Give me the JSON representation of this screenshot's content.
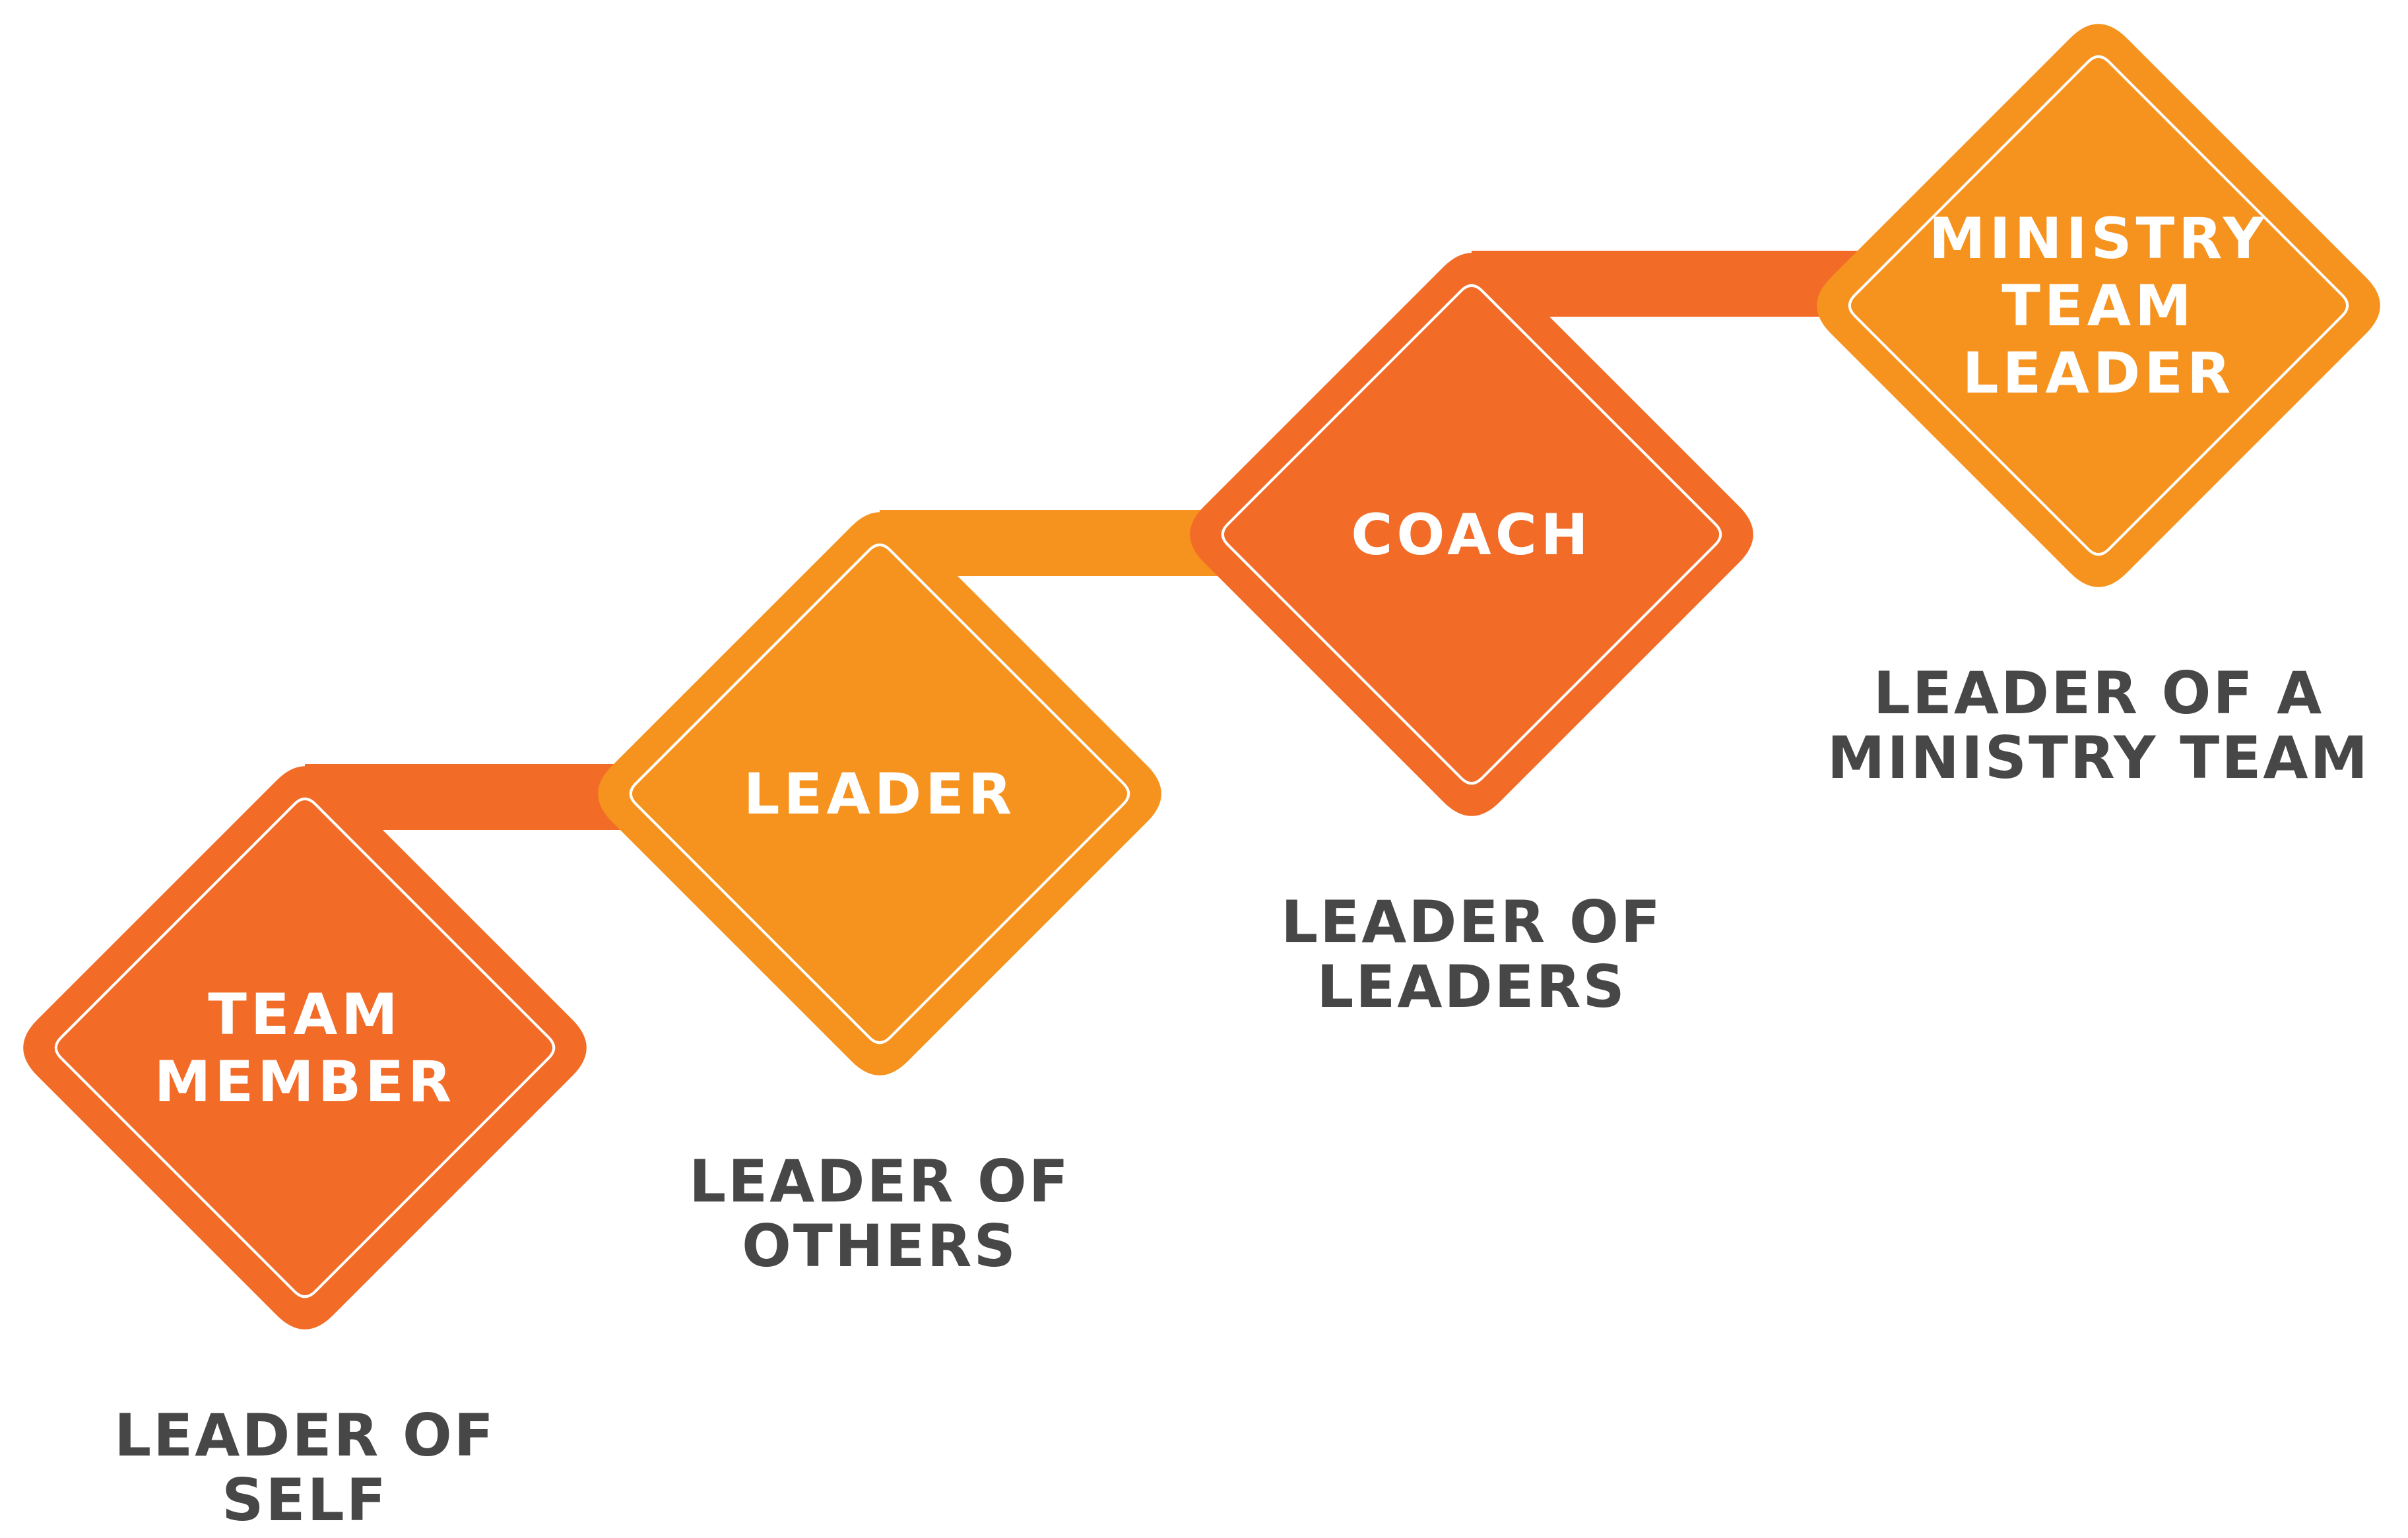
{
  "colors": {
    "dark_orange": "#f26b27",
    "light_orange": "#f6921e",
    "caption_gray": "#474747",
    "white": "#ffffff"
  },
  "steps": [
    {
      "name": "team-member",
      "title_lines": [
        "TEAM",
        "MEMBER"
      ],
      "caption_lines": [
        "LEADER OF",
        "SELF"
      ],
      "color_key": "dark_orange"
    },
    {
      "name": "leader",
      "title_lines": [
        "LEADER"
      ],
      "caption_lines": [
        "LEADER OF",
        "OTHERS"
      ],
      "color_key": "light_orange"
    },
    {
      "name": "coach",
      "title_lines": [
        "COACH"
      ],
      "caption_lines": [
        "LEADER OF",
        "LEADERS"
      ],
      "color_key": "dark_orange"
    },
    {
      "name": "ministry-team-leader",
      "title_lines": [
        "MINISTRY",
        "TEAM",
        "LEADER"
      ],
      "caption_lines": [
        "LEADER OF A",
        "MINISTRY TEAM"
      ],
      "color_key": "light_orange"
    }
  ],
  "connectors": [
    {
      "from": 0,
      "to": 1,
      "color_key": "dark_orange"
    },
    {
      "from": 1,
      "to": 2,
      "color_key": "light_orange"
    },
    {
      "from": 2,
      "to": 3,
      "color_key": "dark_orange"
    }
  ]
}
